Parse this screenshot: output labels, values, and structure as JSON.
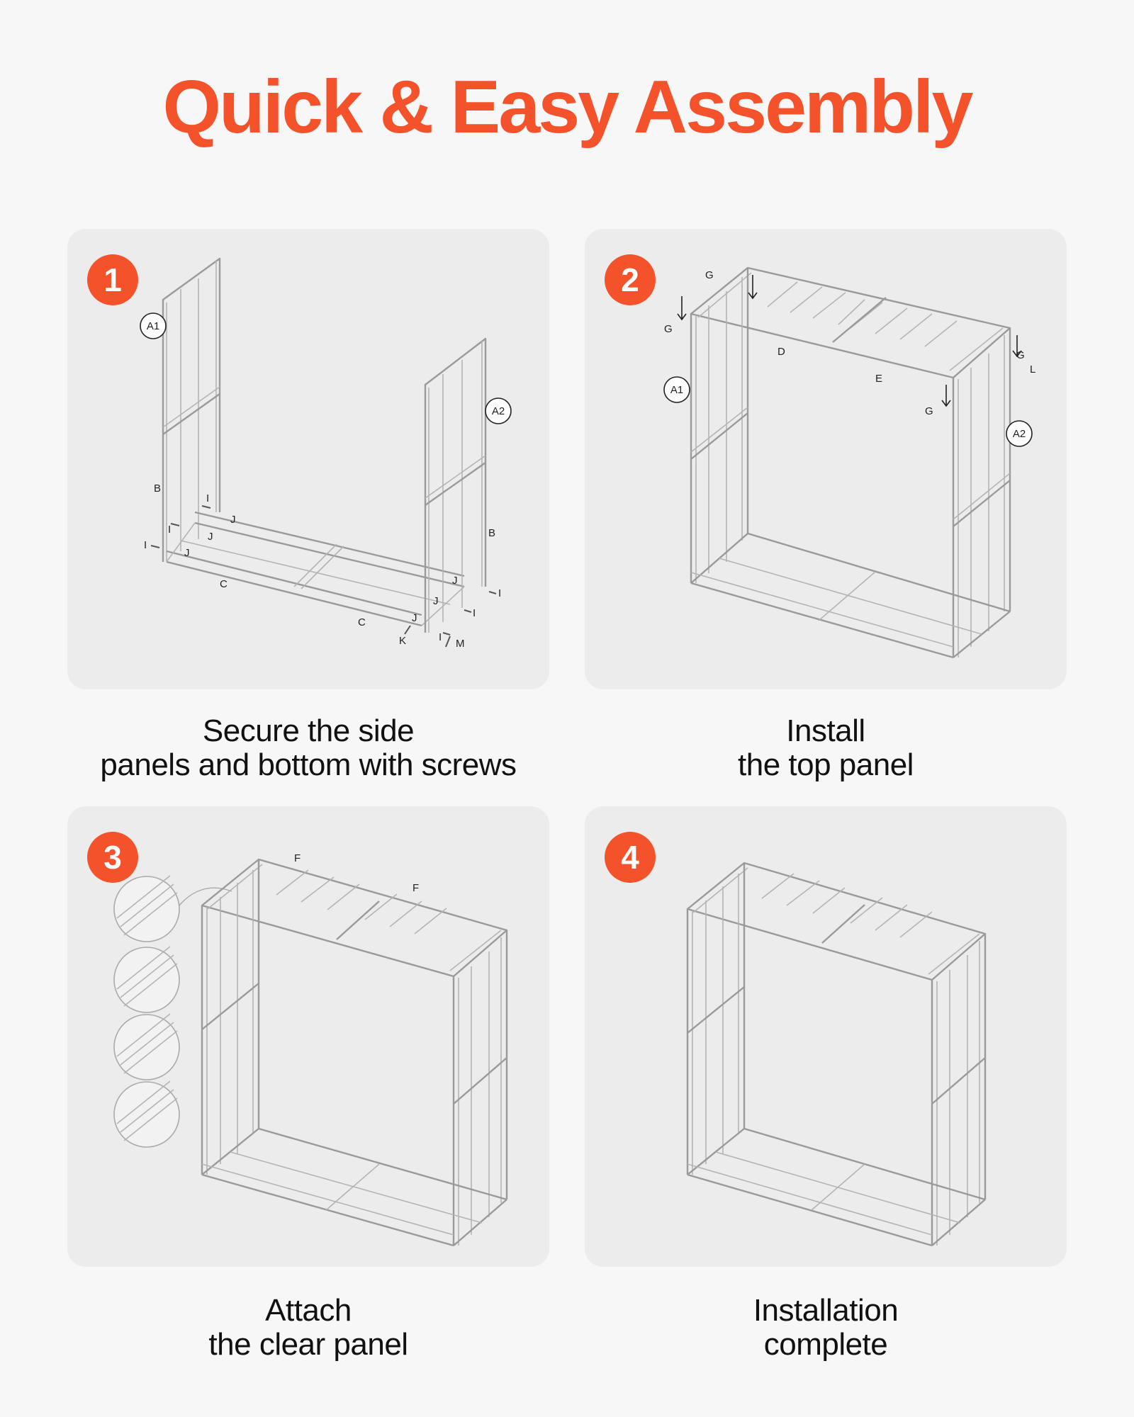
{
  "title": "Quick & Easy Assembly",
  "accent_color": "#f4522a",
  "steps": [
    {
      "number": "1",
      "caption_line1": "Secure the side",
      "caption_line2": "panels and bottom with screws",
      "part_labels": [
        "A1",
        "A2",
        "B",
        "B",
        "C",
        "C",
        "I",
        "I",
        "I",
        "I",
        "I",
        "I",
        "J",
        "J",
        "J",
        "J",
        "J",
        "J",
        "K",
        "M"
      ]
    },
    {
      "number": "2",
      "caption_line1": "Install",
      "caption_line2": "the top panel",
      "part_labels": [
        "A1",
        "A2",
        "D",
        "E",
        "G",
        "G",
        "G",
        "G",
        "L"
      ]
    },
    {
      "number": "3",
      "caption_line1": "Attach",
      "caption_line2": "the clear panel",
      "part_labels": [
        "F",
        "F"
      ]
    },
    {
      "number": "4",
      "caption_line1": "Installation",
      "caption_line2": "complete"
    }
  ]
}
